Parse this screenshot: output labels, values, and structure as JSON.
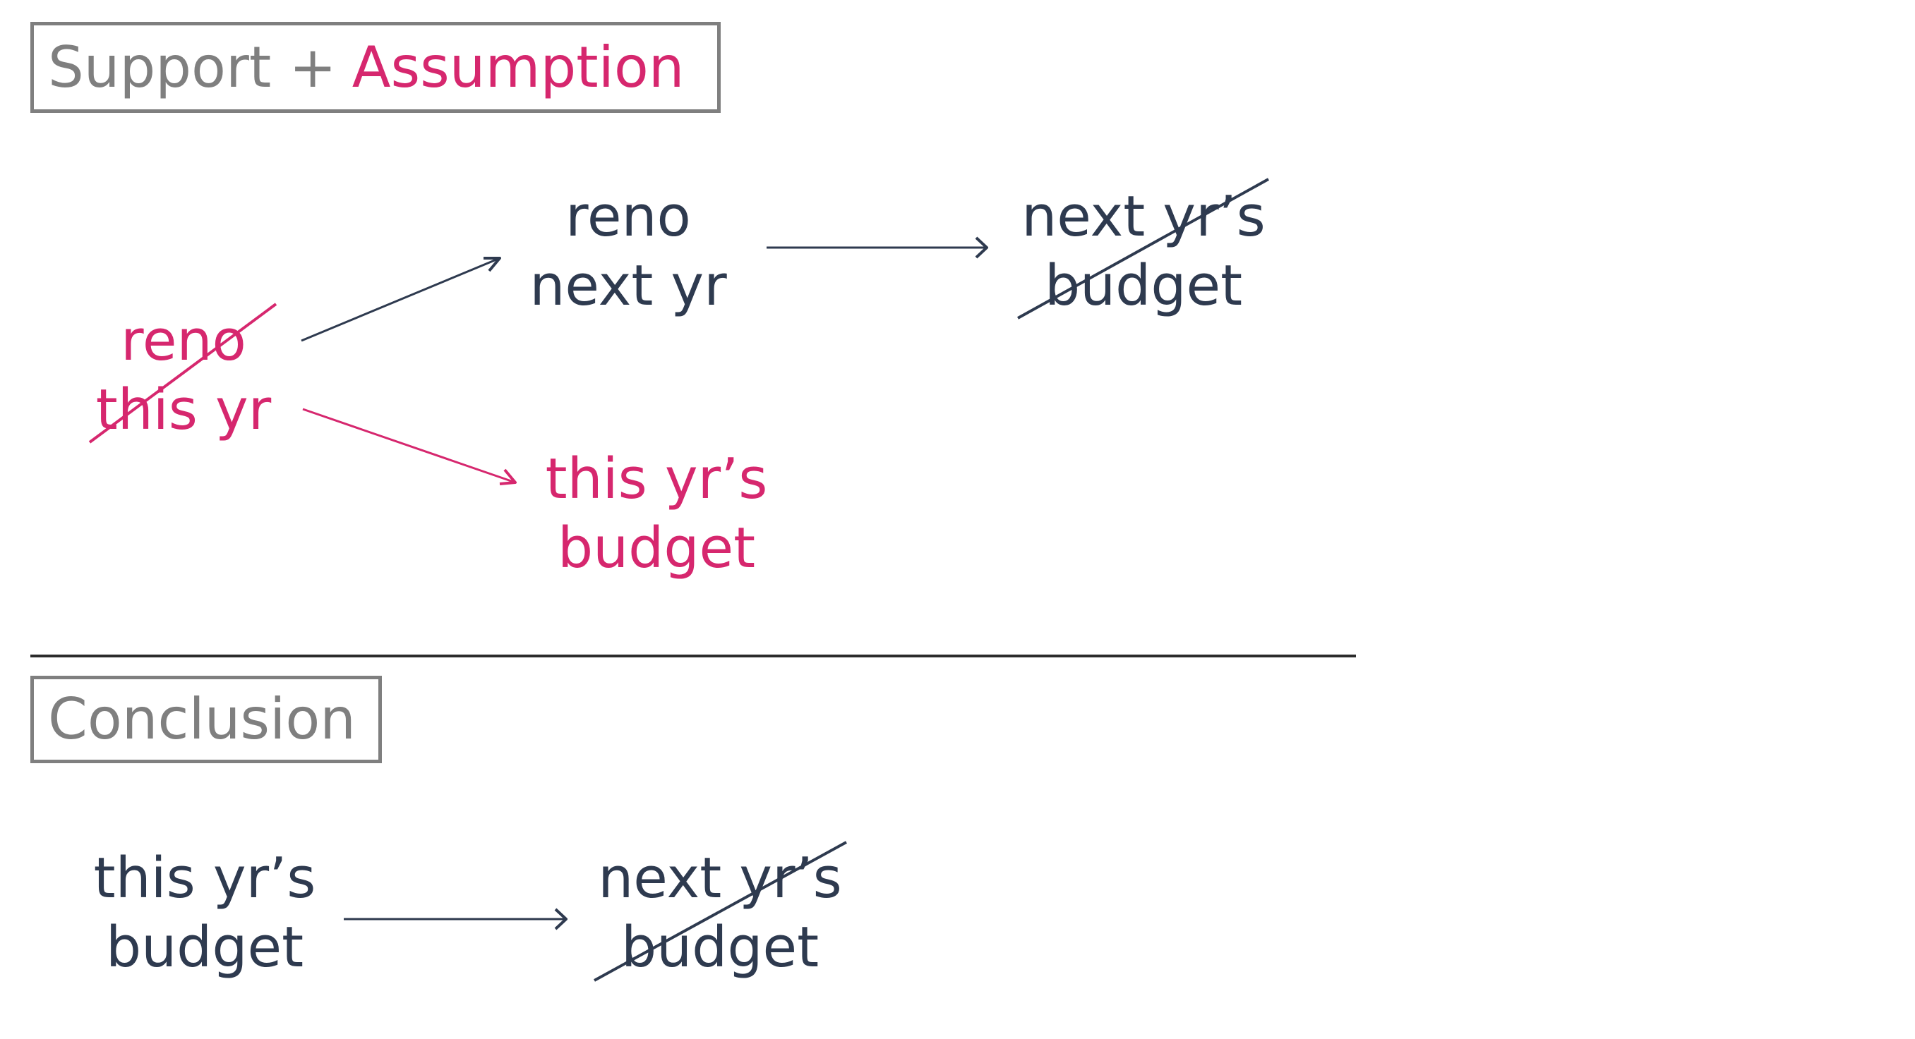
{
  "support_section": {
    "label_part1": "Support +",
    "label_part2": "Assumption",
    "nodes": {
      "reno_this_yr": {
        "line1": "reno",
        "line2": "this yr",
        "crossed_out": true
      },
      "reno_next_yr": {
        "line1": "reno",
        "line2": "next yr",
        "crossed_out": false
      },
      "next_yrs_budget": {
        "line1": "next yr’s",
        "line2": "budget",
        "crossed_out": true
      },
      "this_yrs_budget": {
        "line1": "this yr’s",
        "line2": "budget",
        "crossed_out": false
      }
    }
  },
  "conclusion_section": {
    "label": "Conclusion",
    "nodes": {
      "this_yrs_budget": {
        "line1": "this yr’s",
        "line2": "budget",
        "crossed_out": false
      },
      "next_yrs_budget": {
        "line1": "next yr’s",
        "line2": "budget",
        "crossed_out": true
      }
    }
  },
  "colors": {
    "text_dark": "#2e3a4f",
    "accent_pink": "#d6276e",
    "label_gray": "#7f7f7f"
  }
}
